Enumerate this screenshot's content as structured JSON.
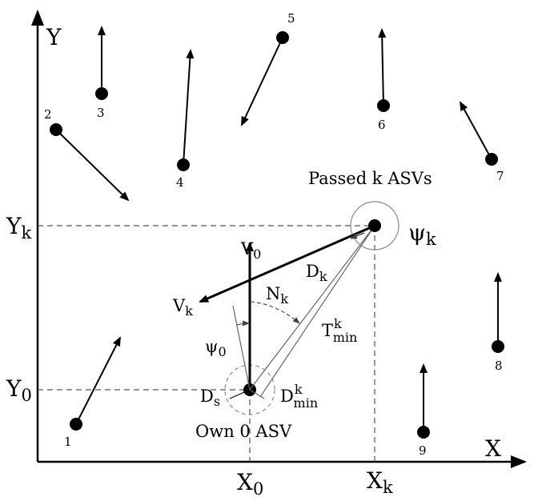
{
  "axes": {
    "x_label": "X",
    "y_label": "Y",
    "x0_main": "X",
    "x0_sub": "0",
    "xk_main": "X",
    "xk_sub": "k",
    "y0_main": "Y",
    "y0_sub": "0",
    "yk_main": "Y",
    "yk_sub": "k"
  },
  "own_ship": {
    "caption": "Own 0 ASV",
    "v0_main": "V",
    "v0_sub": "0",
    "psi0_main": "ψ",
    "psi0_sub": "0",
    "ds_main": "D",
    "ds_sub": "s"
  },
  "target_ship": {
    "caption": "Passed k ASVs",
    "vk_main": "V",
    "vk_sub": "k",
    "psik_main": "ψ",
    "psik_sub": "k",
    "dk_main": "D",
    "dk_sub": "k",
    "nk_main": "N",
    "nk_sub": "k",
    "tmin_main": "T",
    "tmin_sup": "k",
    "tmin_sub": "min",
    "dmin_main": "D",
    "dmin_sup": "k",
    "dmin_sub": "min"
  },
  "other_ships": [
    "1",
    "2",
    "3",
    "4",
    "5",
    "6",
    "7",
    "8",
    "9"
  ]
}
